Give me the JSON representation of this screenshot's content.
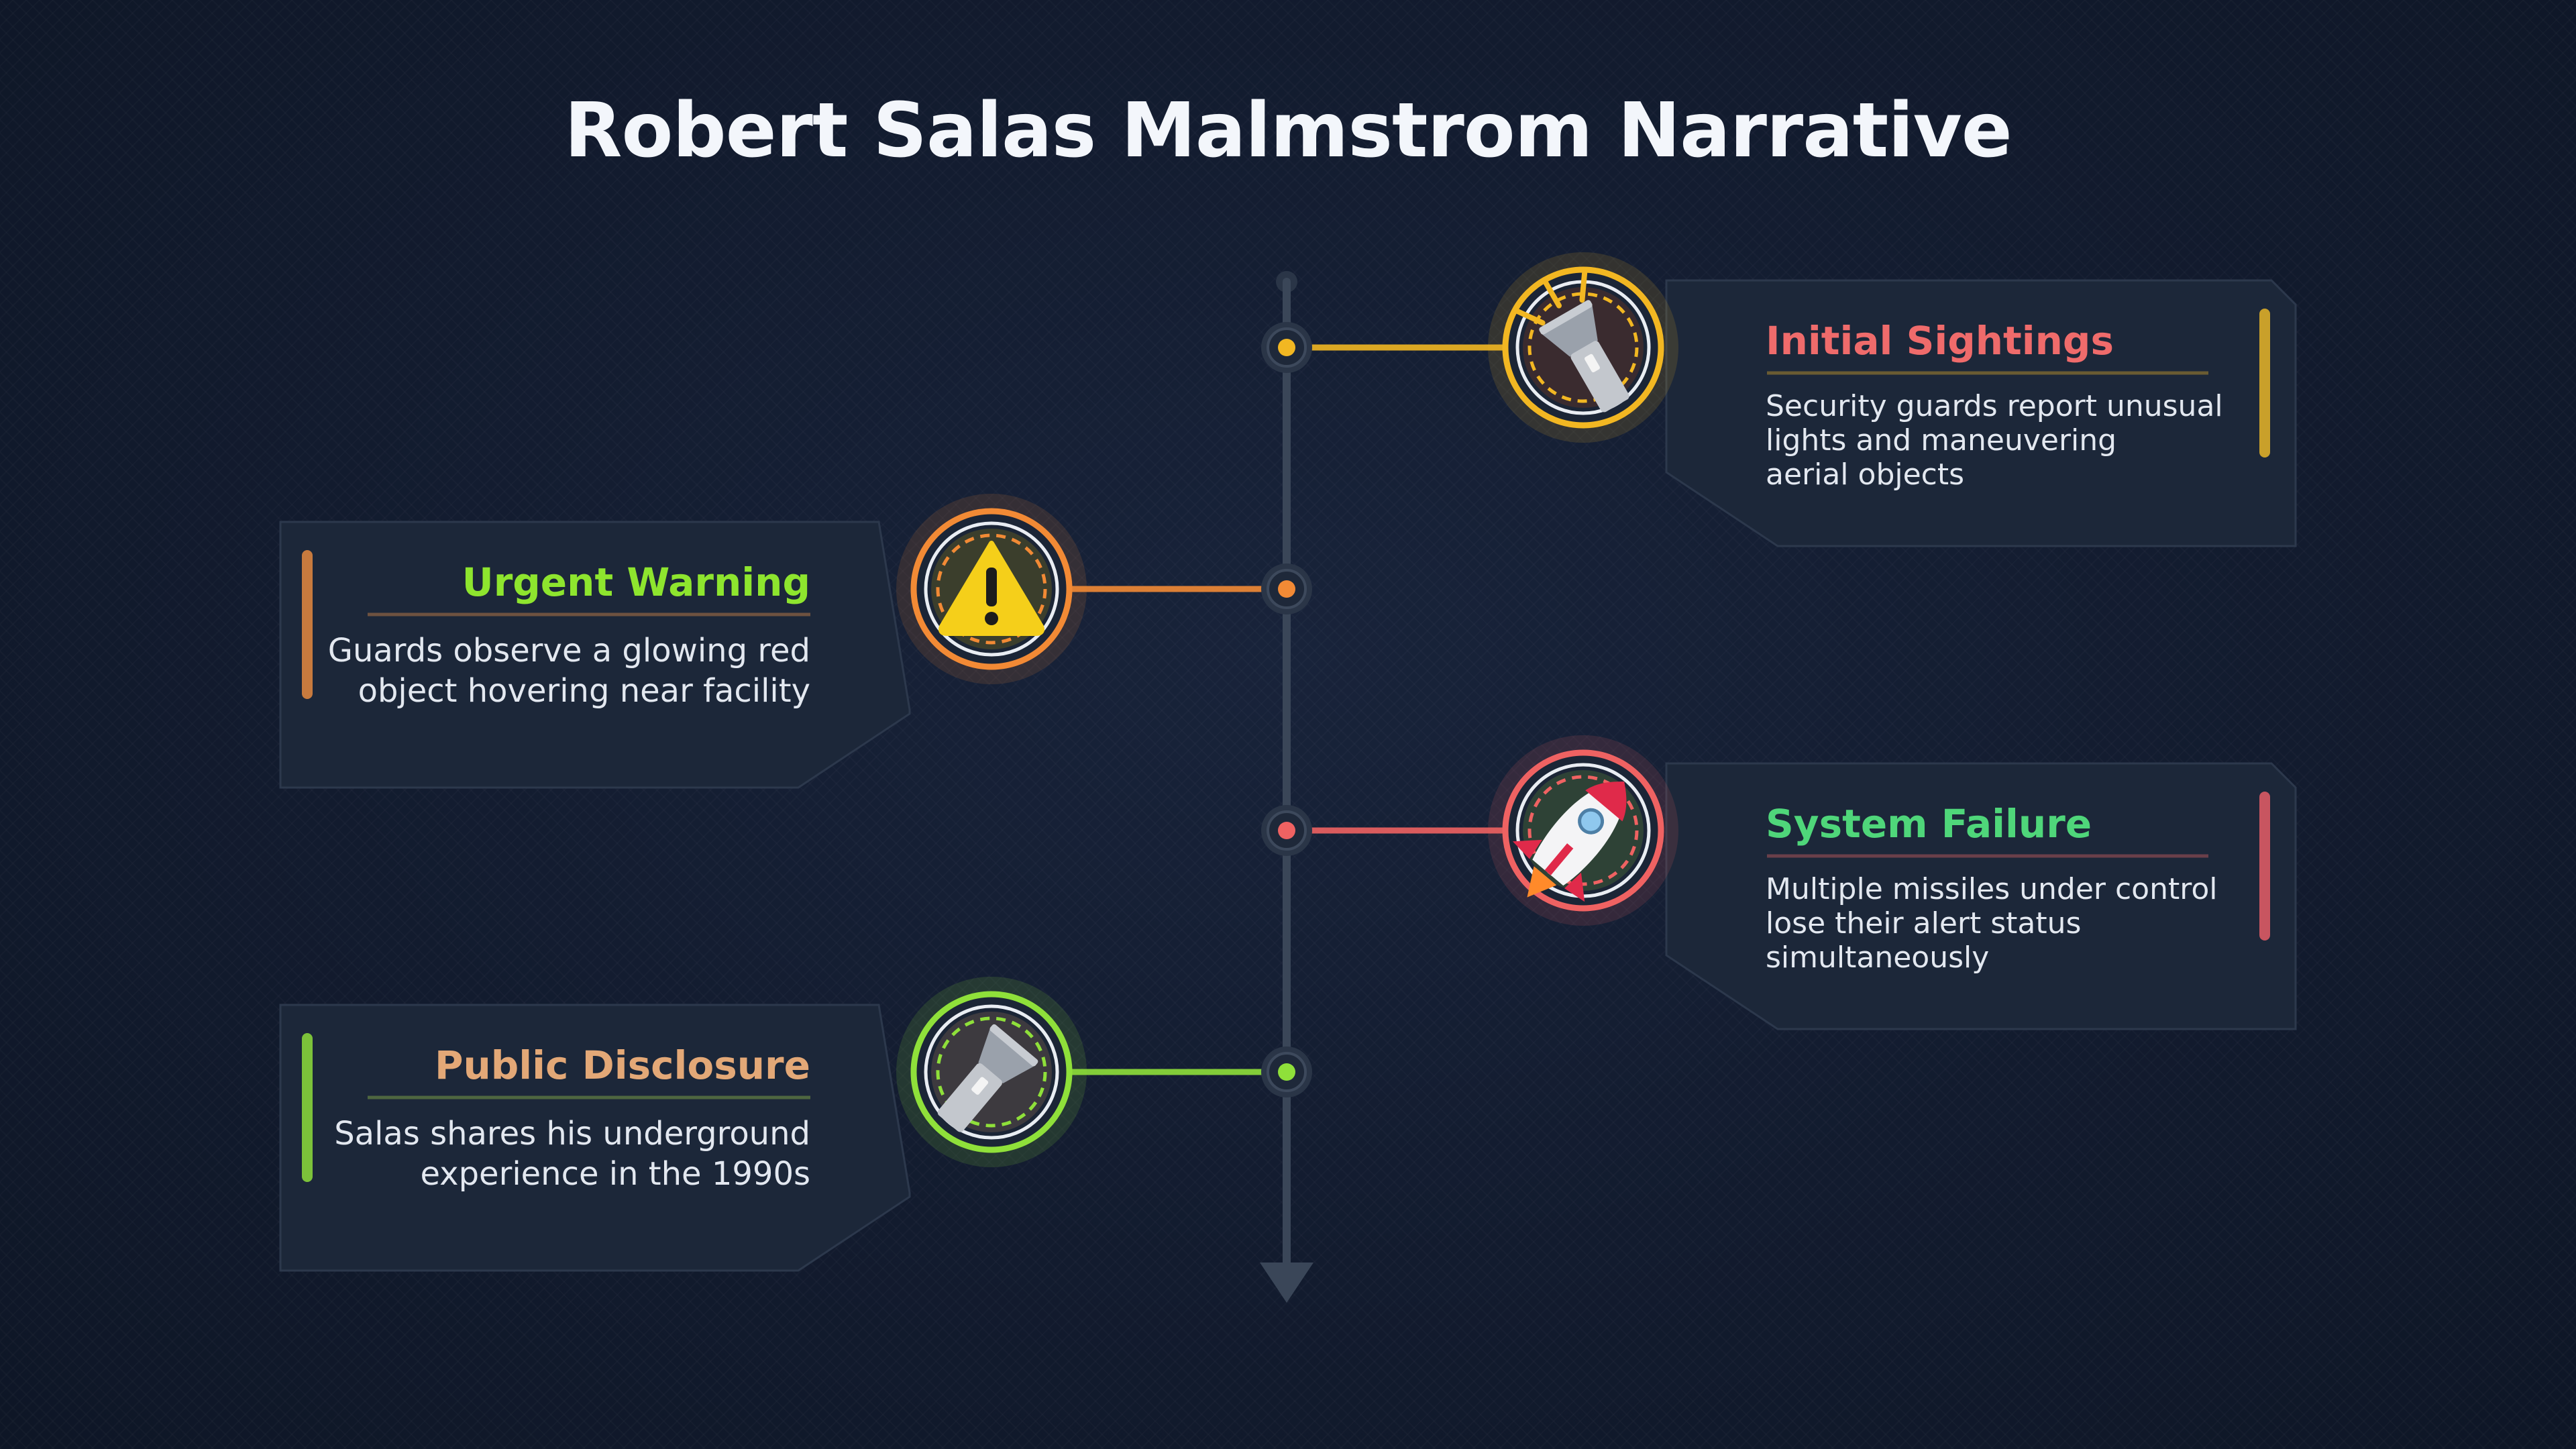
{
  "title": "Robert Salas Malmstrom Narrative",
  "colors": {
    "background": "#121b2e",
    "axis": "#3a4658",
    "card": "#1c2739",
    "card_border": "#2c384c"
  },
  "events": [
    {
      "side": "right",
      "title": "Initial Sightings",
      "description_lines": [
        "Security guards report unusual",
        "lights and maneuvering",
        "aerial objects"
      ],
      "icon": "flashlight-icon",
      "title_color": "#ef6b6b",
      "accent_color": "#f2b722",
      "bar_color": "#c9a02a",
      "divider_color": "#6a5c32"
    },
    {
      "side": "left",
      "title": "Urgent Warning",
      "description_lines": [
        "Guards observe a glowing red",
        "object hovering near facility"
      ],
      "icon": "warning-icon",
      "title_color": "#8ee52e",
      "accent_color": "#f28a35",
      "bar_color": "#c77a3e",
      "divider_color": "#6e5240"
    },
    {
      "side": "right",
      "title": "System Failure",
      "description_lines": [
        "Multiple missiles under control",
        "lose their alert status",
        "simultaneously"
      ],
      "icon": "rocket-icon",
      "title_color": "#4fd67a",
      "accent_color": "#ef6262",
      "bar_color": "#c85560",
      "divider_color": "#6a3f4a"
    },
    {
      "side": "left",
      "title": "Public Disclosure",
      "description_lines": [
        "Salas shares his underground",
        "experience in the 1990s"
      ],
      "icon": "flashlight-icon",
      "title_color": "#e3a877",
      "accent_color": "#8fe03a",
      "bar_color": "#7cc23a",
      "divider_color": "#4e6640"
    }
  ]
}
